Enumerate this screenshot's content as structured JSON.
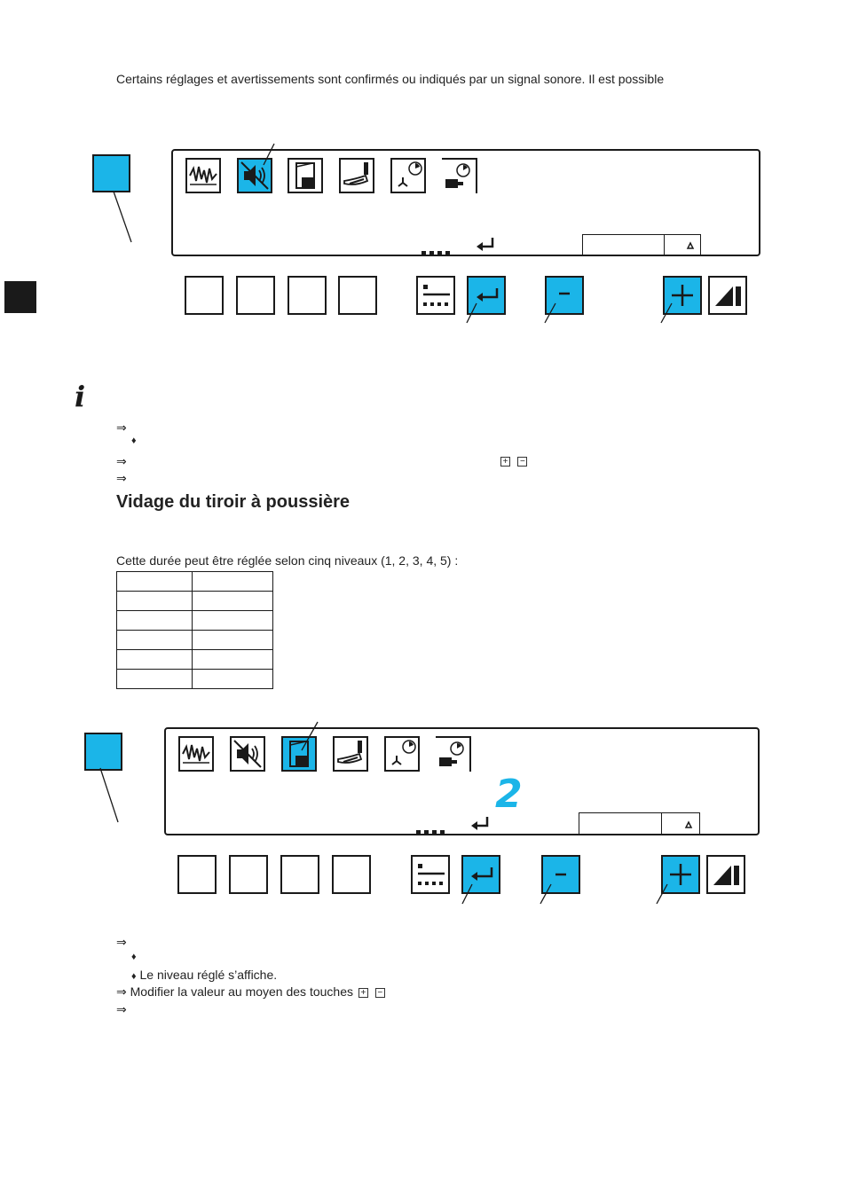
{
  "intro_text": "Certains réglages et avertissements sont confirmés ou indiqués par un signal sonore. Il est possible",
  "section_heading": "Vidage du tiroir à poussière",
  "duration_text": "Cette durée peut être réglée selon cinq niveaux (1, 2, 3, 4, 5) :",
  "info_glyph": "i",
  "arrow_glyph": "⇒",
  "diamond_glyph": "♦",
  "display2_digit": "2",
  "bottom_step_3": "Le niveau réglé s’affiche.",
  "bottom_step_4": "Modifier la valeur au moyen des touches",
  "plus_glyph": "+",
  "minus_glyph": "−",
  "colors": {
    "accent": "#1bb5e8",
    "ink": "#1a1a1a"
  },
  "table_levels": {
    "rows": 6,
    "cols": 2
  }
}
